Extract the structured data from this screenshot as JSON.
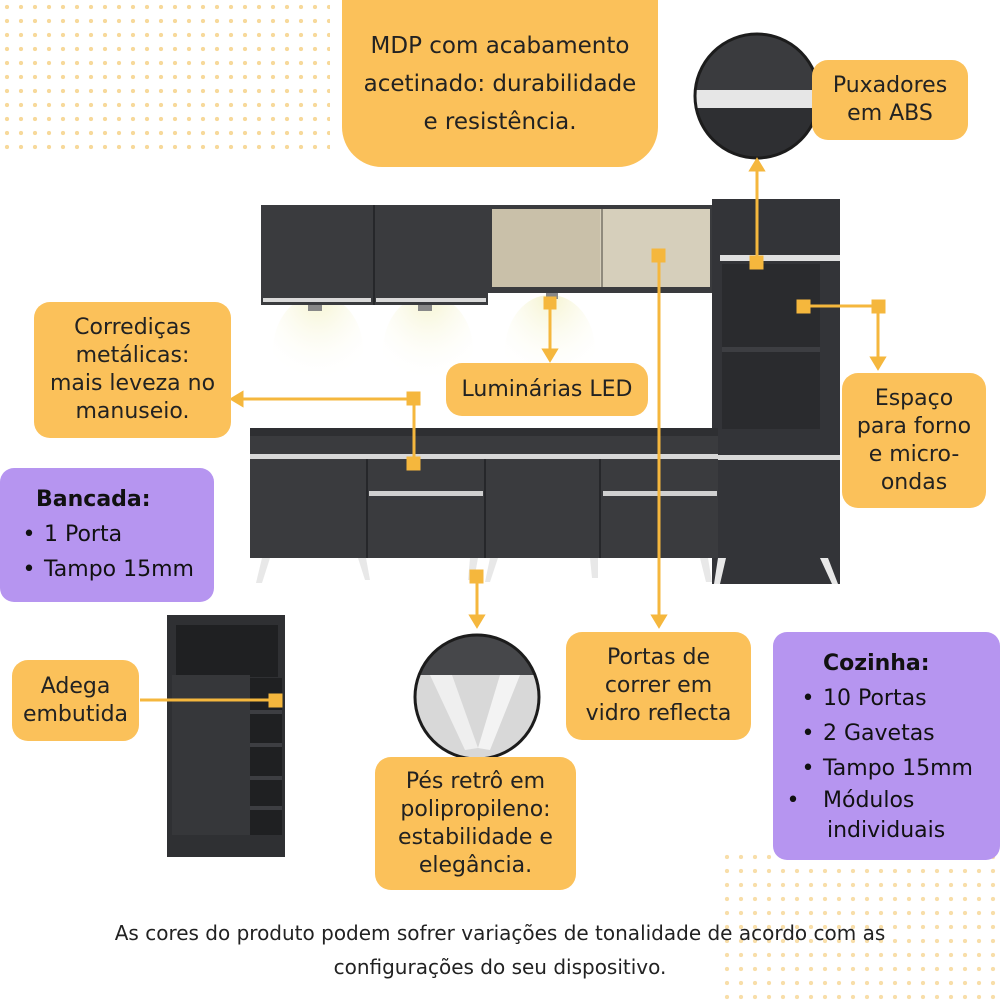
{
  "callouts": {
    "mdp": [
      "MDP com acabamento",
      "acetinado: durabilidade",
      "e resistência."
    ],
    "puxadores": [
      "Puxadores",
      "em ABS"
    ],
    "corredicas": [
      "Corrediças",
      "metálicas:",
      "mais leveza no",
      "manuseio."
    ],
    "luminarias": [
      "Luminárias LED"
    ],
    "espaco": [
      "Espaço",
      "para forno",
      "e micro-",
      "ondas"
    ],
    "adega": [
      "Adega",
      "embutida"
    ],
    "portas": [
      "Portas de",
      "correr em",
      "vidro reflecta"
    ],
    "pes": [
      "Pés retrô em",
      "polipropileno:",
      "estabilidade e",
      "elegância."
    ]
  },
  "bancada": {
    "title": "Bancada:",
    "items": [
      "1 Porta",
      "Tampo 15mm"
    ]
  },
  "cozinha": {
    "title": "Cozinha:",
    "items": [
      "10 Portas",
      "2 Gavetas",
      "Tampo 15mm",
      "Módulos individuais"
    ]
  },
  "footer": [
    "As cores do produto podem sofrer variações de tonalidade de acordo com as",
    "configurações do seu dispositivo."
  ],
  "colors": {
    "callout": "#fbc15a",
    "feature_box": "#b695f0",
    "cabinet": "#3a3b3e",
    "accent_line": "#f5b73d"
  }
}
